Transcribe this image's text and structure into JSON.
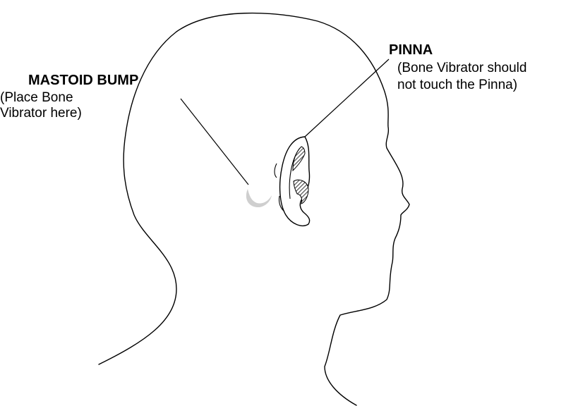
{
  "labels": {
    "mastoid": {
      "title": "MASTOID BUMP",
      "note_line1": "(Place Bone",
      "note_line2": "Vibrator here)"
    },
    "pinna": {
      "title": "PINNA",
      "note_line1": "(Bone Vibrator should",
      "note_line2": "not touch the Pinna)"
    }
  },
  "colors": {
    "line": "#000000",
    "shade": "#555555",
    "mastoid_highlight": "#cfcfcf",
    "background": "#ffffff"
  }
}
